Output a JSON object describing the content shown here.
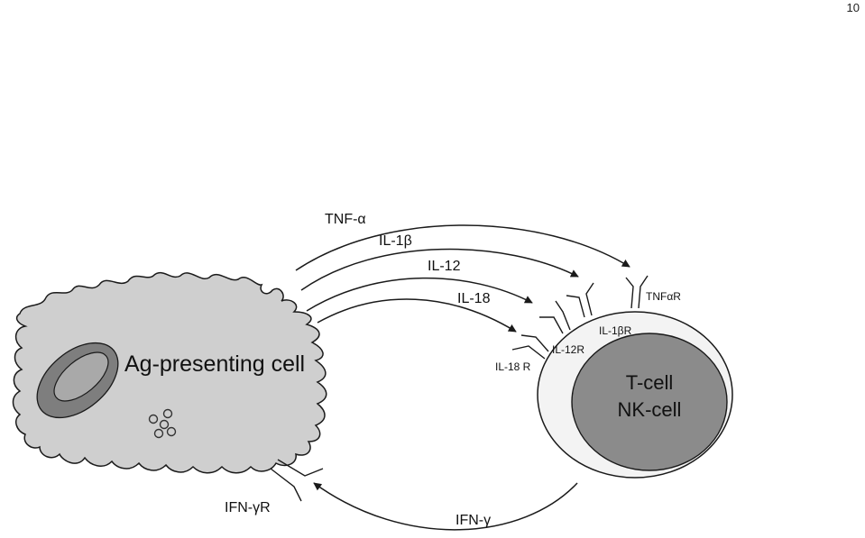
{
  "page_number": "10",
  "colors": {
    "apc_fill": "#cfcfcf",
    "nucleus_outer": "#7e7e7e",
    "nucleus_inner": "#a9a9a9",
    "tcell_outer": "#f3f3f3",
    "tcell_nucleus": "#8b8b8b",
    "stroke": "#1a1a1a"
  },
  "apc": {
    "label": "Ag-presenting cell",
    "receptor_label": "IFN-γR"
  },
  "target_cell": {
    "line1": "T-cell",
    "line2": "NK-cell"
  },
  "cytokines": [
    {
      "id": "tnf",
      "label": "TNF-α"
    },
    {
      "id": "il1",
      "label": "IL-1β"
    },
    {
      "id": "il12",
      "label": "IL-12"
    },
    {
      "id": "il18",
      "label": "IL-18"
    }
  ],
  "receptors": [
    {
      "id": "tnfr",
      "label": "TNFαR"
    },
    {
      "id": "il1r",
      "label": "IL-1βR"
    },
    {
      "id": "il12r",
      "label": "IL-12R"
    },
    {
      "id": "il18r",
      "label": "IL-18 R"
    }
  ],
  "feedback": {
    "label": "IFN-γ"
  }
}
